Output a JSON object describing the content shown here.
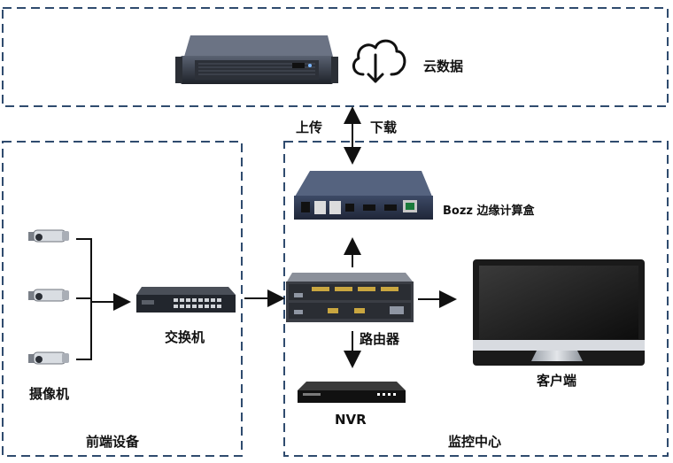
{
  "cloud": {
    "label": "云数据",
    "icon": "cloud-download-icon"
  },
  "link": {
    "upload_label": "上传",
    "download_label": "下载"
  },
  "edge_box": {
    "label": "Bozz 边缘计算盒"
  },
  "frontend": {
    "camera_label": "摄像机",
    "switch_label": "交换机",
    "group_label": "前端设备"
  },
  "monitor_center": {
    "router_label": "路由器",
    "nvr_label": "NVR",
    "client_label": "客户端",
    "group_label": "监控中心"
  },
  "colors": {
    "dash_border": "#2f4b6e",
    "device_dark": "#2a2f3a",
    "arrow": "#111111"
  }
}
